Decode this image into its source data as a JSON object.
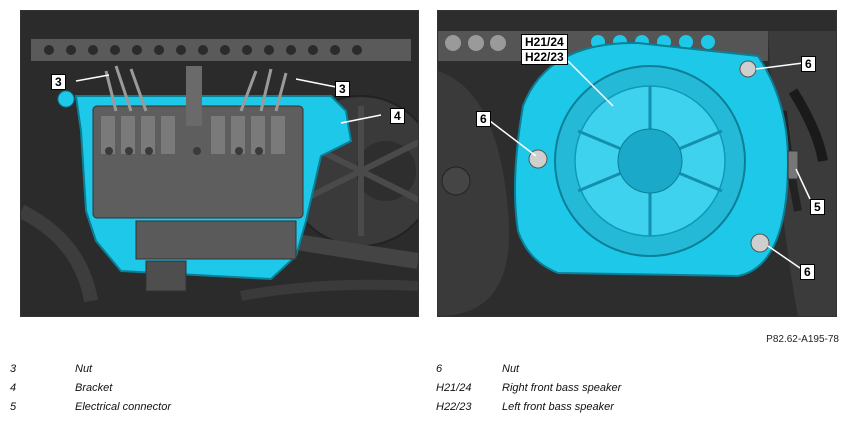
{
  "left_panel": {
    "callouts": {
      "nut_a": "3",
      "nut_b": "3",
      "bracket": "4"
    }
  },
  "right_panel": {
    "callouts": {
      "speaker_line1": "H21/24",
      "speaker_line2": "H22/23",
      "nut_top": "6",
      "nut_left": "6",
      "nut_bottom": "6",
      "connector": "5"
    }
  },
  "figure_id": "P82.62-A195-78",
  "legend": {
    "left": [
      {
        "num": "3",
        "text": "Nut"
      },
      {
        "num": "4",
        "text": "Bracket"
      },
      {
        "num": "5",
        "text": "Electrical connector"
      }
    ],
    "right": [
      {
        "num": "6",
        "text": "Nut"
      },
      {
        "num": "H21/24",
        "text": "Right front bass speaker"
      },
      {
        "num": "H22/23",
        "text": "Left front bass speaker"
      }
    ]
  },
  "colors": {
    "highlight": "#1ec8e8",
    "background": "#2a2a2a"
  }
}
